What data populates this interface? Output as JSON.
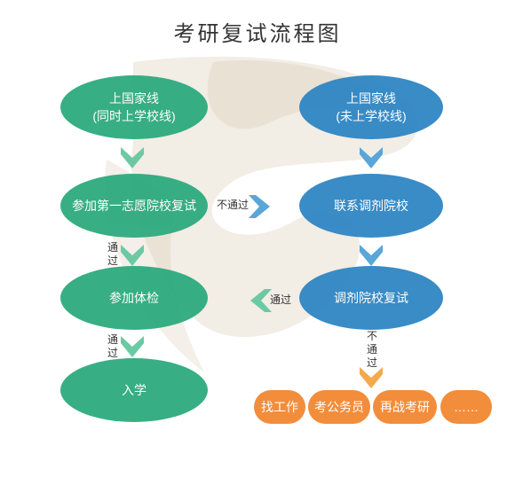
{
  "title": "考研复试流程图",
  "left_column": {
    "node1": {
      "line1": "上国家线",
      "line2": "(同时上学校线)"
    },
    "node2": "参加第一志愿院校复试",
    "node3": "参加体检",
    "node4": "入学",
    "label_pass_1": "通过",
    "label_pass_2": "通过"
  },
  "right_column": {
    "node1": {
      "line1": "上国家线",
      "line2": "(未上学校线)"
    },
    "node2": "联系调剂院校",
    "node3": "调剂院校复试",
    "label_not_pass": "不通过"
  },
  "cross_labels": {
    "not_pass": "不通过",
    "pass": "通过"
  },
  "options": [
    "找工作",
    "考公务员",
    "再战考研",
    "……"
  ],
  "colors": {
    "green": "#2daa7e",
    "blue": "#2f86c4",
    "orange": "#f28d3c",
    "arrow_green": "#6cc9a4",
    "arrow_blue": "#5aa6d8",
    "arrow_orange": "#f4a94c",
    "swirl": "#d9cbb4"
  }
}
